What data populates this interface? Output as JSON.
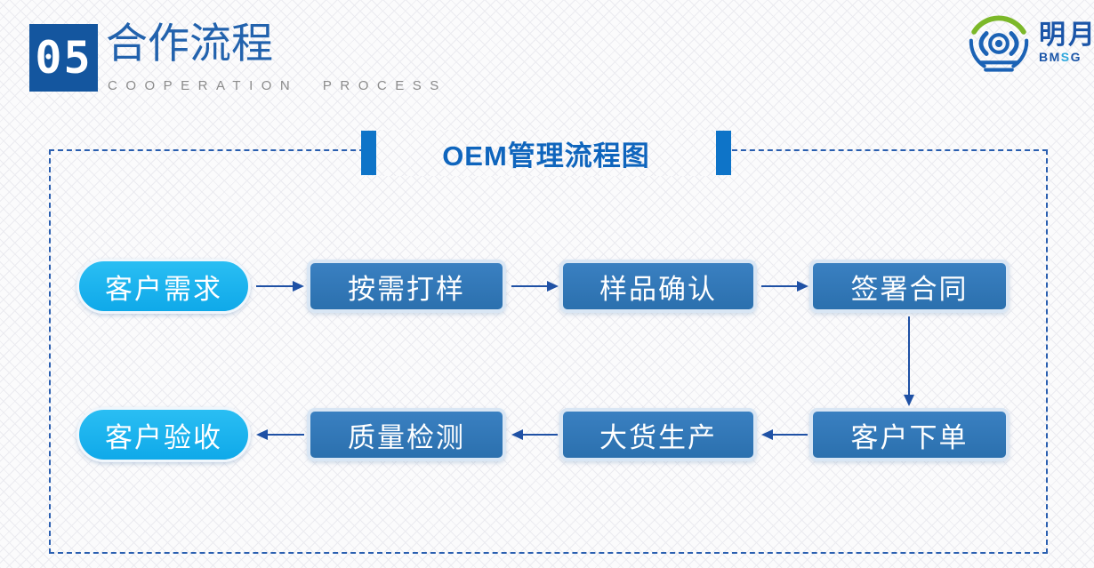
{
  "slide": {
    "section_number": "05",
    "section_title": "合作流程",
    "section_subtitle": "COOPERATION PROCESS"
  },
  "logo": {
    "company_name": "明月",
    "abbr_bm": "BM",
    "abbr_s": "S",
    "abbr_g": "G"
  },
  "diagram": {
    "title": "OEM管理流程图",
    "rows": [
      {
        "direction": "right",
        "nodes": [
          "客户需求",
          "按需打样",
          "样品确认",
          "签署合同"
        ]
      },
      {
        "direction": "left",
        "nodes": [
          "客户验收",
          "质量检测",
          "大货生产",
          "客户下单"
        ]
      }
    ]
  },
  "colors": {
    "box_blue": "#2E74B6",
    "pill_cyan": "#18B3EE",
    "number_box_blue": "#14569F",
    "arrow_blue": "#1F51A5",
    "diagram_title_blue": "#0F65BD",
    "title_bar_blue": "#0E74C8",
    "dashed_border_blue": "#2A5FB0",
    "section_title_blue": "#2262AD",
    "subtitle_gray": "#8B8B8B",
    "logo_green": "#7CB829"
  }
}
